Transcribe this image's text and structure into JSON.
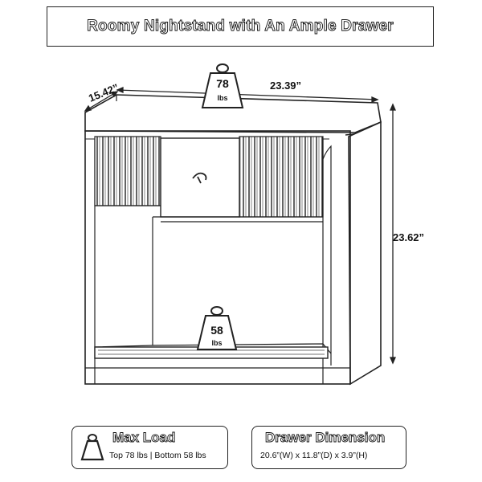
{
  "title": "Roomy Nightstand with An Ample Drawer",
  "dimensions": {
    "depth": "15.42”",
    "width": "23.39”",
    "height": "23.62”"
  },
  "weights": {
    "top": {
      "value": "78",
      "unit": "lbs"
    },
    "bottom": {
      "value": "58",
      "unit": "lbs"
    }
  },
  "max_load": {
    "title": "Max Load",
    "detail": "Top 78 lbs | Bottom 58 lbs"
  },
  "drawer_dimension": {
    "title": "Drawer Dimension",
    "detail": "20.6”(W) x 11.8”(D) x 3.9”(H)"
  }
}
